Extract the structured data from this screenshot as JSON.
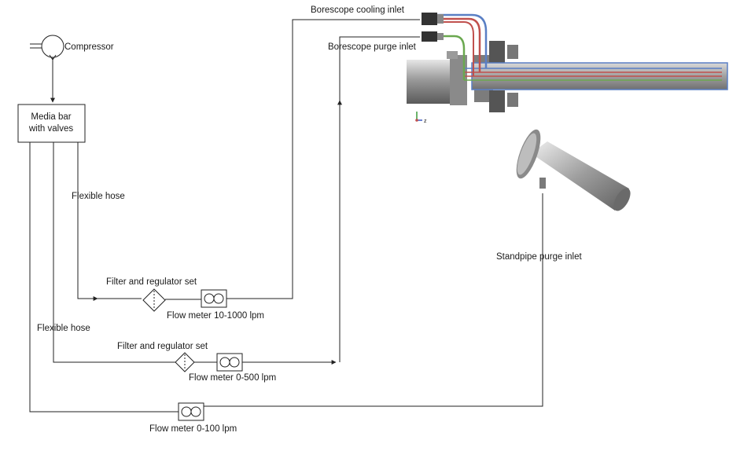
{
  "labels": {
    "compressor": "Compressor",
    "media_bar_line1": "Media bar",
    "media_bar_line2": "with valves",
    "flexible_hose_1": "Flexible hose",
    "flexible_hose_2": "Flexible hose",
    "filter_regulator_1": "Filter and regulator set",
    "filter_regulator_2": "Filter and regulator set",
    "flow_meter_1": "Flow meter 10-1000 lpm",
    "flow_meter_2": "Flow meter 0-500 lpm",
    "flow_meter_3": "Flow meter 0-100 lpm",
    "borescope_cooling_inlet": "Borescope cooling inlet",
    "borescope_purge_inlet": "Borescope purge inlet",
    "standpipe_purge_inlet": "Standpipe purge inlet",
    "axis_label": "z"
  },
  "colors": {
    "cooling_hose_blue": "#5a7fc4",
    "cooling_hose_red": "#c0504d",
    "purge_hose_green": "#6aa84f",
    "steel_dark": "#6e6e6e",
    "steel_light": "#c8c8c8"
  }
}
